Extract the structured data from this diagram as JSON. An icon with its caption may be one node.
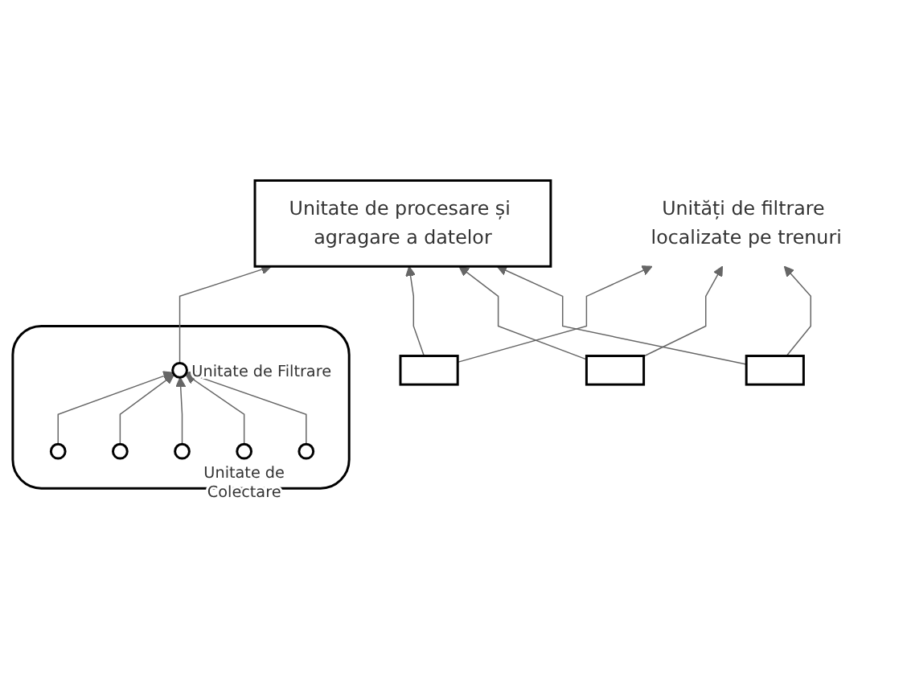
{
  "diagram": {
    "nodes": [
      {
        "text": [
          "Unitate de procesare și agragare a datelor"
        ]
      },
      {
        "text": [],
        "shape": "box"
      },
      {
        "text": [],
        "shape": "box"
      },
      {
        "text": [],
        "shape": "box"
      },
      {
        "text": [
          "Unități de filtrare localizate pe trenuri"
        ]
      },
      {
        "text": [],
        "shape": "box"
      },
      {
        "text": [],
        "shape": "circle",
        "in": 5,
        "beside": [
          "Unitate de Filtrare"
        ]
      },
      {
        "text": [],
        "shape": "circle",
        "in": 5
      },
      {
        "text": [],
        "shape": "circle",
        "in": 5
      },
      {
        "text": [],
        "shape": "circle",
        "in": 5
      },
      {
        "text": [],
        "shape": "circle",
        "in": 5,
        "beside": [
          "Unitate de Colectare"
        ]
      },
      {
        "text": [],
        "shape": "circle",
        "in": 5
      }
    ],
    "edges": [
      {
        "from": 6,
        "to": 0,
        "arrow": "to"
      },
      {
        "from": 1,
        "to": 0,
        "arrow": "to"
      },
      {
        "from": 2,
        "to": 0,
        "arrow": "to"
      },
      {
        "from": 3,
        "to": 0,
        "arrow": "to"
      },
      {
        "from": 1,
        "to": 4,
        "arrow": "to"
      },
      {
        "from": 2,
        "to": 4,
        "arrow": "to"
      },
      {
        "from": 3,
        "to": 4,
        "arrow": "to"
      },
      {
        "from": 7,
        "to": 6,
        "arrow": "to"
      },
      {
        "from": 8,
        "to": 6,
        "arrow": "to"
      },
      {
        "from": 9,
        "to": 6,
        "arrow": "to"
      },
      {
        "from": 10,
        "to": 6,
        "arrow": "to"
      },
      {
        "from": 11,
        "to": 6,
        "arrow": "to"
      }
    ]
  }
}
